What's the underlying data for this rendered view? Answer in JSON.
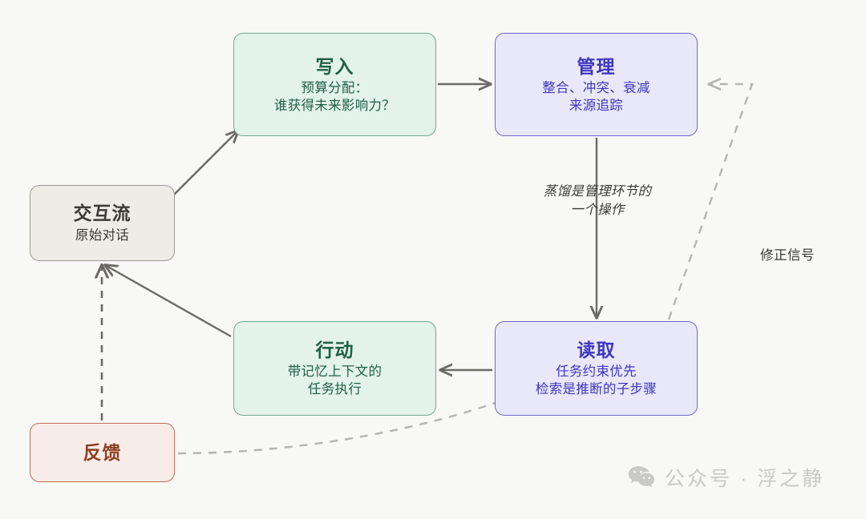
{
  "diagram": {
    "background_color": "#f8f8f6",
    "nodes": [
      {
        "id": "write",
        "title": "写入",
        "sub_lines": [
          "预算分配：",
          "谁获得未来影响力？"
        ],
        "fill": "#e3f2ea",
        "border": "#73a892",
        "text": "#1f5f46"
      },
      {
        "id": "manage",
        "title": "管理",
        "sub_lines": [
          "整合、冲突、衰减",
          "来源追踪"
        ],
        "fill": "#e9e8fb",
        "border": "#6f68c4",
        "text": "#4036bf"
      },
      {
        "id": "stream",
        "title": "交互流",
        "sub_lines": [
          "原始对话"
        ],
        "fill": "#edece7",
        "border": "#9b9a93",
        "text": "#3b3a36"
      },
      {
        "id": "act",
        "title": "行动",
        "sub_lines": [
          "带记忆上下文的",
          "任务执行"
        ],
        "fill": "#e3f2ea",
        "border": "#73a892",
        "text": "#1f5f46"
      },
      {
        "id": "read",
        "title": "读取",
        "sub_lines": [
          "任务约束优先",
          "检索是推断的子步骤"
        ],
        "fill": "#e9e8fb",
        "border": "#6f68c4",
        "text": "#4036bf"
      },
      {
        "id": "feedback",
        "title": "反馈",
        "sub_lines": [],
        "fill": "#f8ece8",
        "border": "#bf6f54",
        "text": "#8c3f22"
      }
    ],
    "edge_labels": {
      "distill_lines": [
        "蒸馏是管理环节的",
        "一个操作"
      ],
      "correction_signal": "修正信号"
    },
    "edges": [
      {
        "from": "stream",
        "to": "write",
        "style": "solid",
        "color": "#6b6a65"
      },
      {
        "from": "write",
        "to": "manage",
        "style": "solid",
        "color": "#6b6a65"
      },
      {
        "from": "manage",
        "to": "read",
        "style": "solid",
        "color": "#6b6a65"
      },
      {
        "from": "read",
        "to": "act",
        "style": "solid",
        "color": "#6b6a65"
      },
      {
        "from": "act",
        "to": "stream",
        "style": "solid",
        "color": "#6b6a65"
      },
      {
        "from": "feedback",
        "to": "stream",
        "style": "dashed",
        "color": "#6b6a65"
      },
      {
        "from": "feedback",
        "to": "manage",
        "style": "dashed",
        "color": "#b4b4b0"
      }
    ]
  },
  "watermark": {
    "icon": "wechat-icon",
    "text": "公众号 · 浮之静",
    "color": "#c9c9c9"
  }
}
